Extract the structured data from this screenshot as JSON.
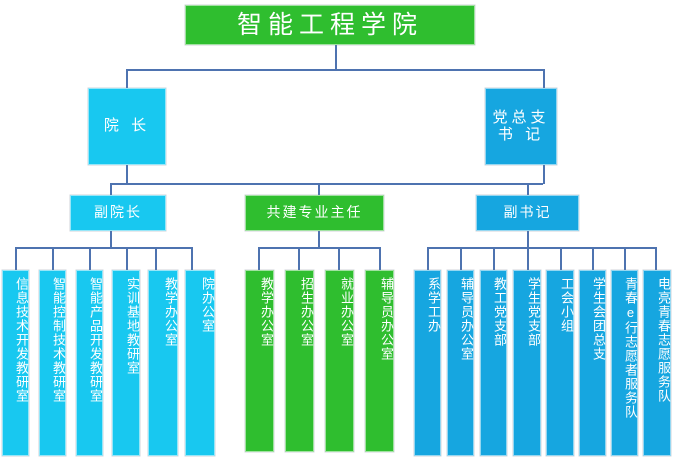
{
  "chart": {
    "title": "智能工程学院",
    "type": "organization-chart",
    "colors": {
      "green": "#2FBE2F",
      "cyan": "#18C8F0",
      "blue": "#16A6E0",
      "connector": "#4E73B0",
      "text": "#FFFFFF",
      "background": "#FFFFFF"
    },
    "root": {
      "label": "智能工程学院",
      "color": "green"
    },
    "level2": [
      {
        "label": "院  长",
        "color": "cyan"
      },
      {
        "label": "党总支\n书  记",
        "color": "blue"
      }
    ],
    "level3": [
      {
        "label": "副院长",
        "color": "cyan"
      },
      {
        "label": "共建专业主任",
        "color": "green"
      },
      {
        "label": "副书记",
        "color": "blue"
      }
    ],
    "groups": [
      {
        "parent": "副院长",
        "color": "cyan",
        "items": [
          {
            "label": "信息技术开发教研室"
          },
          {
            "label": "智能控制技术教研室"
          },
          {
            "label": "智能产品开发教研室"
          },
          {
            "label": "实训基地教研室"
          },
          {
            "label": "教学办公室"
          },
          {
            "label": "院办公室"
          }
        ]
      },
      {
        "parent": "共建专业主任",
        "color": "green",
        "items": [
          {
            "label": "教学办公室"
          },
          {
            "label": "招生办公室"
          },
          {
            "label": "就业办公室"
          },
          {
            "label": "辅导员办公室"
          }
        ]
      },
      {
        "parent": "副书记",
        "color": "blue",
        "items": [
          {
            "label": "系学工办"
          },
          {
            "label": "辅导员办公室"
          },
          {
            "label": "教工党支部"
          },
          {
            "label": "学生党支部"
          },
          {
            "label": "工会小组"
          },
          {
            "label": "学生会团总支"
          },
          {
            "label": "青春e行志愿者服务队"
          },
          {
            "label": "电亮青春志愿服务队"
          }
        ]
      }
    ]
  }
}
